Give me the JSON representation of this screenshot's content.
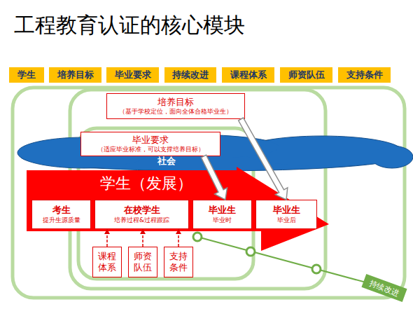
{
  "diagram": {
    "title": "工程教育认证的核心模块",
    "nodes": [
      {
        "text": [
          "学生"
        ]
      },
      {
        "text": [
          "培养目标"
        ]
      },
      {
        "text": [
          "毕业要求"
        ]
      },
      {
        "text": [
          "持续改进"
        ]
      },
      {
        "text": [
          "课程体系"
        ]
      },
      {
        "text": [
          "师资队伍"
        ]
      },
      {
        "text": [
          "支持条件"
        ]
      },
      {
        "text": [
          "培养目标",
          "（基于学校定位，面向全体合格毕业生）"
        ]
      },
      {
        "text": [
          "毕业要求",
          "（适应毕业标准，可以支撑培养目标）"
        ]
      },
      {
        "text": [
          "社会"
        ]
      },
      {
        "text": [
          "学生（发展）"
        ]
      },
      {
        "text": [
          "考生",
          "提升生源质量"
        ],
        "in": 10
      },
      {
        "text": [
          "在校学生",
          "培养过程&过程跟踪"
        ],
        "in": 10
      },
      {
        "text": [
          "毕业生",
          "毕业时"
        ],
        "in": 10
      },
      {
        "text": [
          "毕业生",
          "毕业后"
        ],
        "in": 10
      },
      {
        "text": [
          "课程体系"
        ]
      },
      {
        "text": [
          "师资队伍"
        ]
      },
      {
        "text": [
          "支持条件"
        ]
      },
      {
        "text": [
          "持续改进"
        ]
      }
    ],
    "edges": [
      {
        "from": 8,
        "to": 13,
        "arrow": "to"
      },
      {
        "from": 7,
        "to": 14,
        "arrow": "to"
      },
      {
        "from": 15,
        "to": 12,
        "arrow": "to"
      },
      {
        "from": 16,
        "to": 12,
        "arrow": "to"
      },
      {
        "from": 17,
        "to": 12,
        "arrow": "to"
      }
    ]
  }
}
